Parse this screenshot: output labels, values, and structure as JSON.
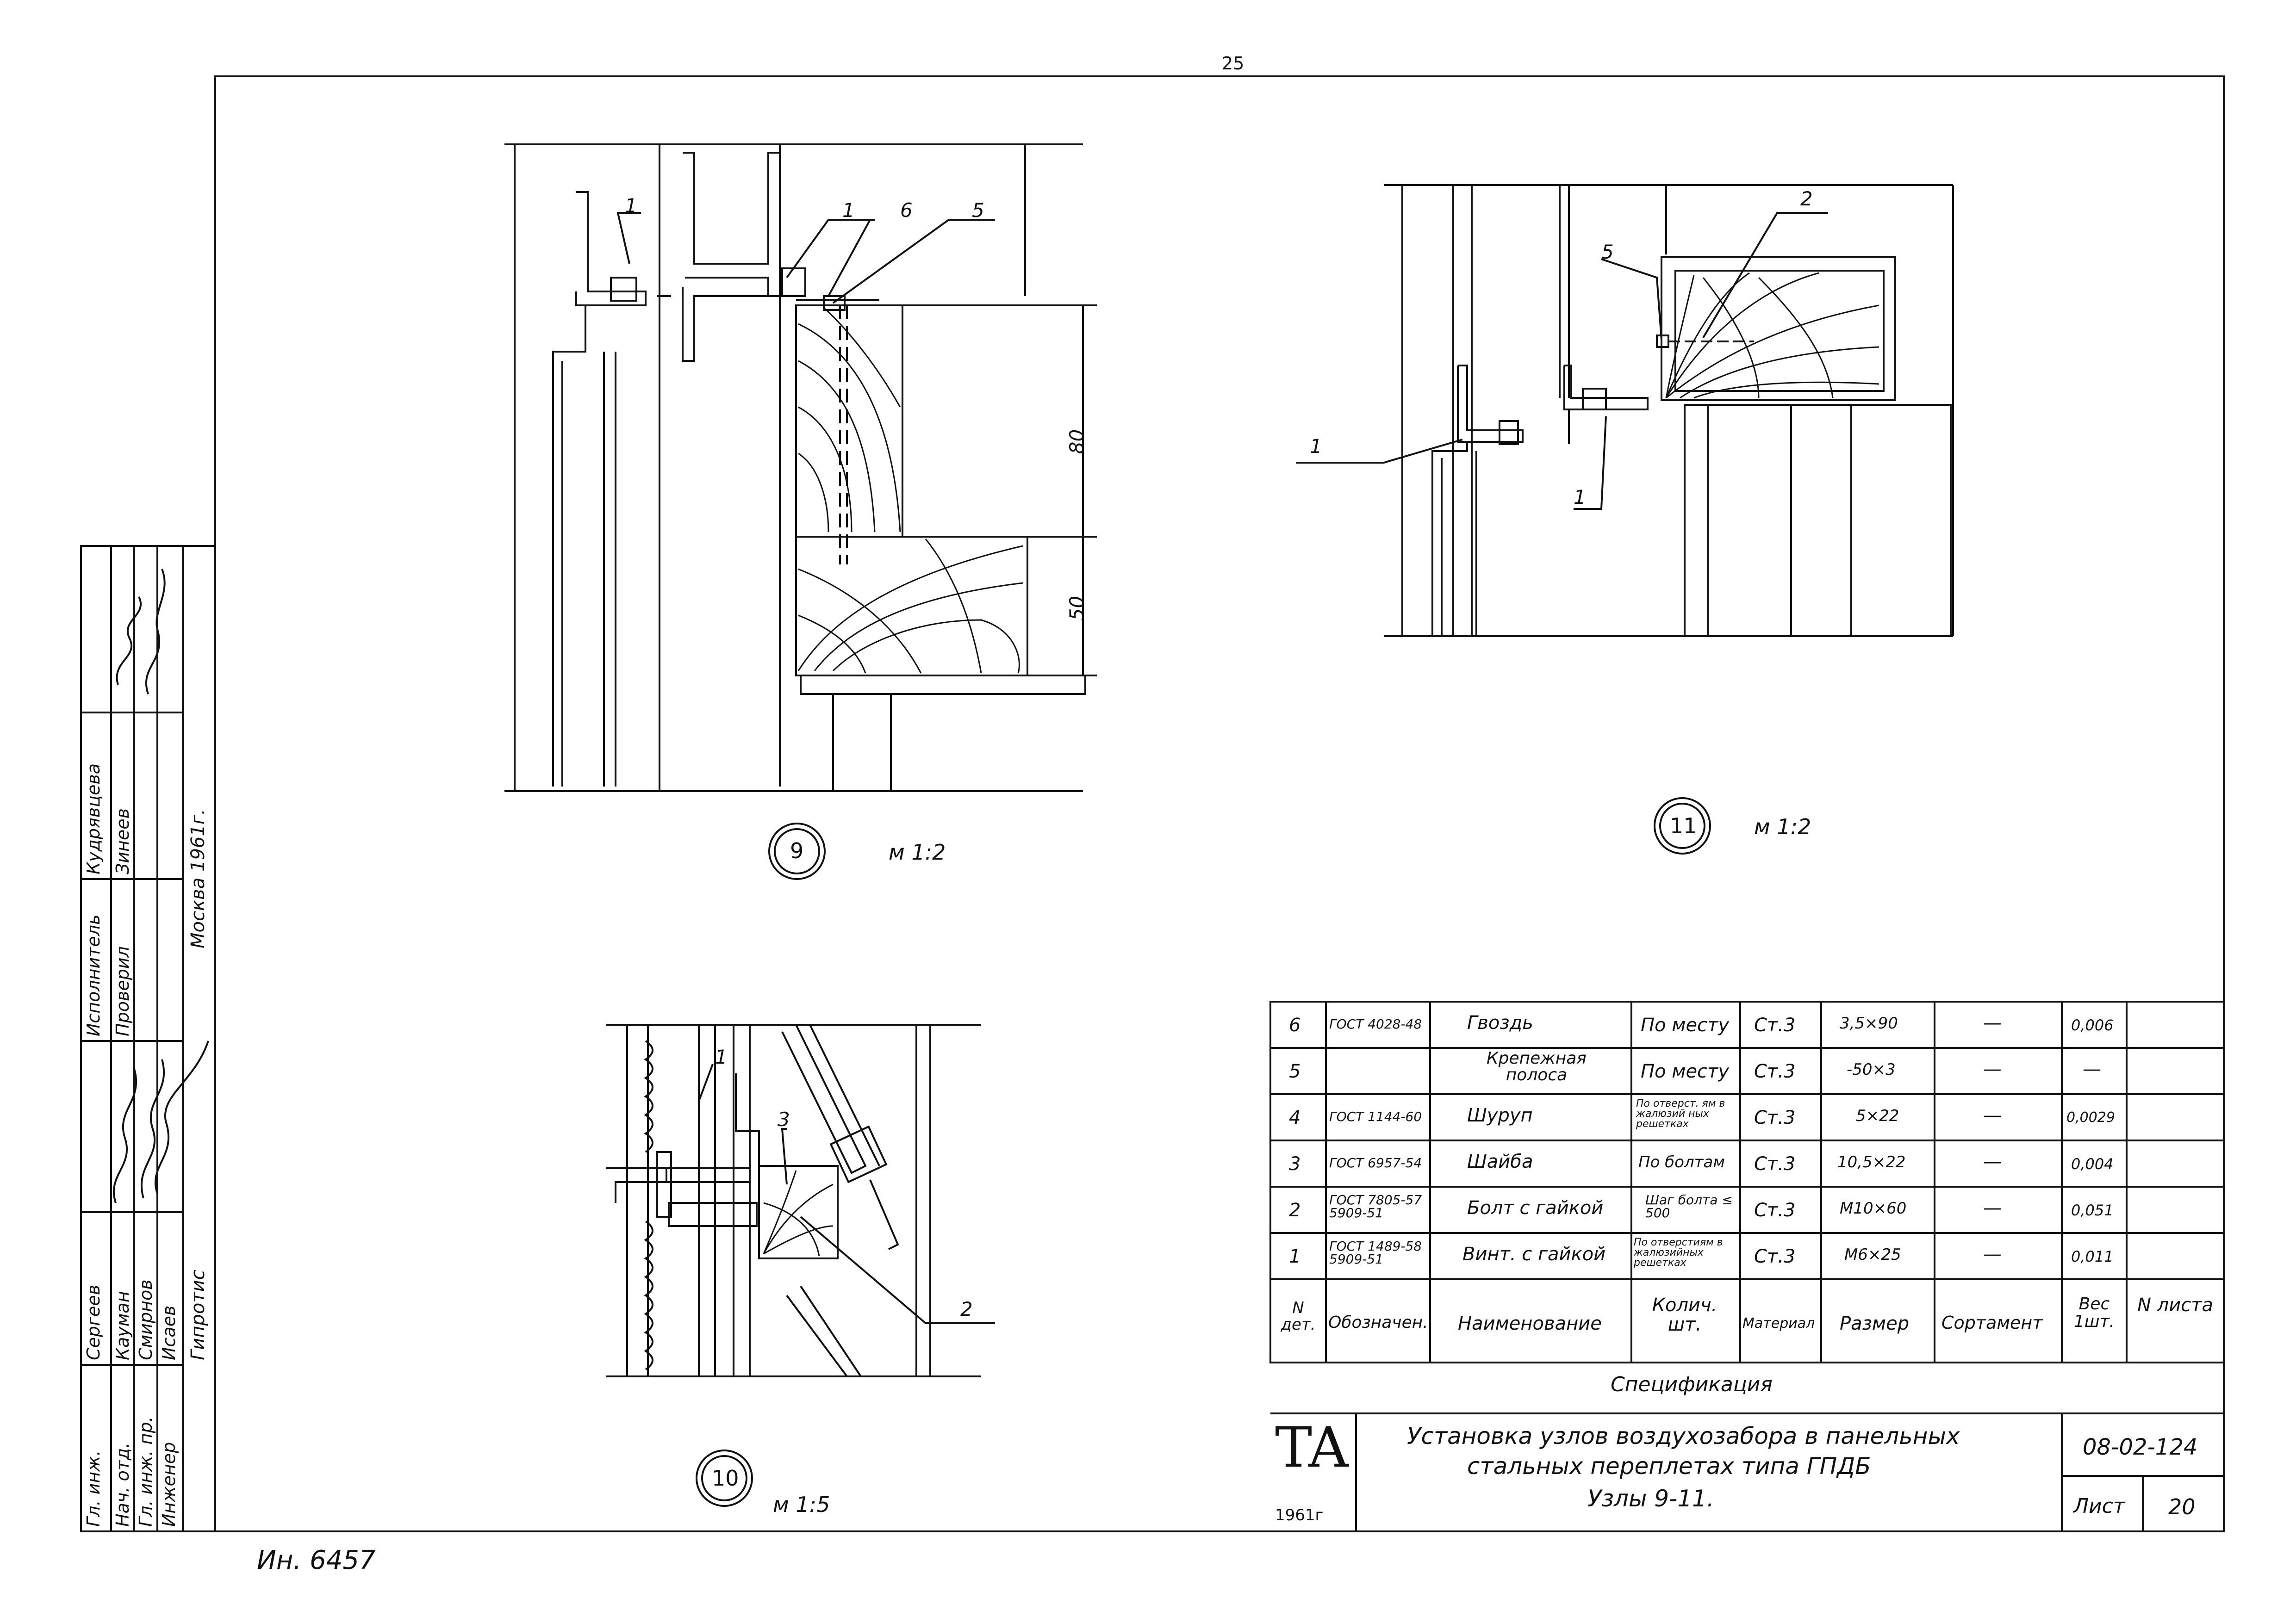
{
  "page_number": "25",
  "details": [
    {
      "number": "9",
      "scale": "м 1:2",
      "dims": [
        "80",
        "50"
      ],
      "callouts": [
        "1",
        "1",
        "6",
        "5"
      ]
    },
    {
      "number": "11",
      "scale": "м 1:2",
      "callouts": [
        "2",
        "5",
        "1",
        "1"
      ]
    },
    {
      "number": "10",
      "scale": "м 1:5",
      "callouts": [
        "1",
        "3",
        "2"
      ]
    }
  ],
  "spec_table": {
    "caption": "Спецификация",
    "headers": [
      "N дет.",
      "Обозначен.",
      "Наименование",
      "Колич. шт.",
      "Материал",
      "Размер",
      "Сортамент",
      "Вес 1шт.",
      "N листа"
    ],
    "rows": [
      [
        "6",
        "ГОСТ 4028-48",
        "Гвоздь",
        "По месту",
        "Ст.3",
        "3,5×90",
        "—",
        "0,006",
        ""
      ],
      [
        "5",
        "",
        "Крепежная полоса",
        "По месту",
        "Ст.3",
        "-50×3",
        "—",
        "—",
        ""
      ],
      [
        "4",
        "ГОСТ 1144-60",
        "Шуруп",
        "По отверст. ям в жалюзий ных решетках",
        "Ст.3",
        "5×22",
        "—",
        "0,0029",
        ""
      ],
      [
        "3",
        "ГОСТ 6957-54",
        "Шайба",
        "По болтам",
        "Ст.3",
        "10,5×22",
        "—",
        "0,004",
        ""
      ],
      [
        "2",
        "ГОСТ 7805-57 5909-51",
        "Болт с гайкой",
        "Шаг болта ≤ 500",
        "Ст.3",
        "М10×60",
        "—",
        "0,051",
        ""
      ],
      [
        "1",
        "ГОСТ 1489-58 5909-51",
        "Винт. с гайкой",
        "По отверстиям в жалюзийных решетках",
        "Ст.3",
        "М6×25",
        "—",
        "0,011",
        ""
      ]
    ]
  },
  "title_block": {
    "logo": "ТА",
    "year": "1961г",
    "title_line1": "Установка узлов воздухозабора в панельных",
    "title_line2": "стальных переплетах типа ГПДБ",
    "title_line3": "Узлы 9-11.",
    "doc_number": "08-02-124",
    "sheet_label": "Лист",
    "sheet_number": "20"
  },
  "stamp": {
    "roles": [
      "Гл. инж.",
      "Нач. отд.",
      "Гл. инж. пр.",
      "Инженер"
    ],
    "names": [
      "Сергеев",
      "Кауман",
      "Смирнов",
      "Исаев"
    ],
    "roles2": [
      "Исполнитель",
      "Проверил"
    ],
    "names2": [
      "Кудрявцева",
      "Зинеев"
    ],
    "org": "Гипротис",
    "city_year": "Москва 1961г."
  },
  "inventory": "Ин. 6457"
}
